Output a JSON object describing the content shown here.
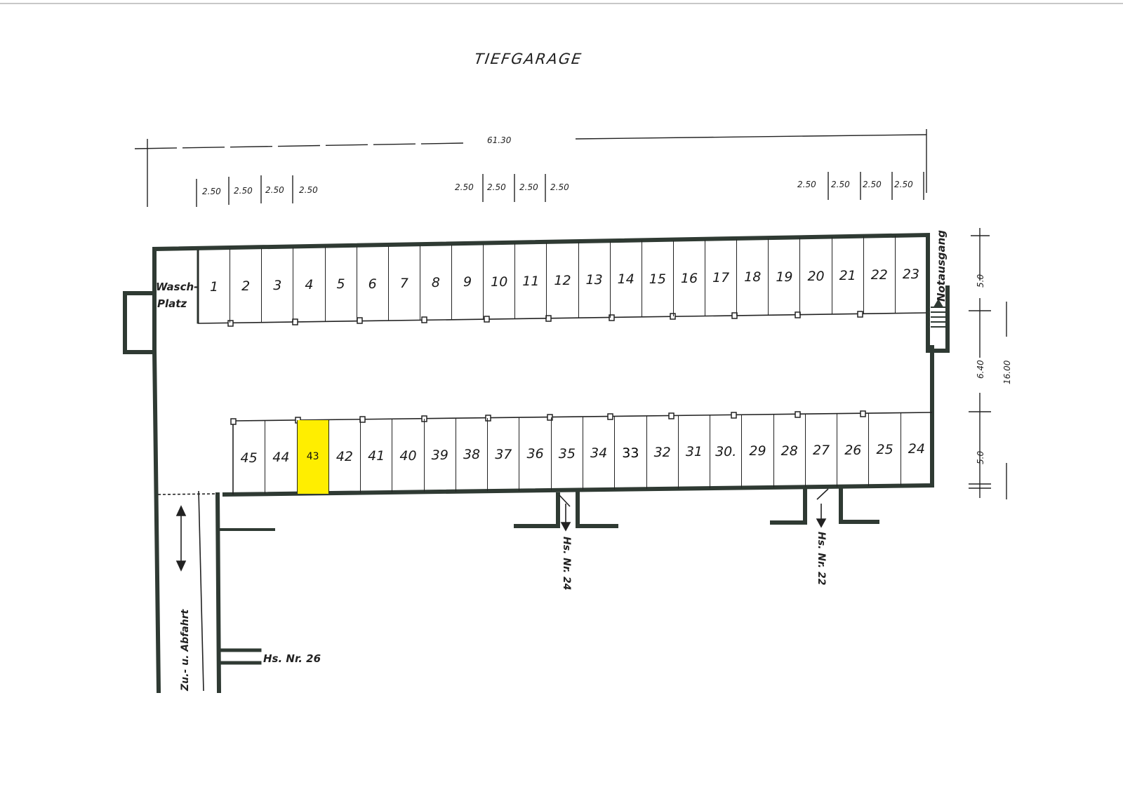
{
  "title": "TIEFGARAGE",
  "dimensions": {
    "total_length": "61.30",
    "total_depth": "16.00",
    "top_left_group": [
      "2.50",
      "2.50",
      "2.50",
      "2.50"
    ],
    "top_mid_group": [
      "2.50",
      "2.50",
      "2.50",
      "2.50"
    ],
    "top_right_group": [
      "2.50",
      "2.50",
      "2.50",
      "2.50"
    ],
    "right_side": {
      "upper_row": "5.0",
      "aisle": "6.40",
      "lower_row": "5.0"
    }
  },
  "labels": {
    "wash_area_line1": "Wasch-",
    "wash_area_line2": "Platz",
    "emergency_exit": "Notausgang",
    "ramp": "Zu.- u. Abfahrt",
    "house_26": "Hs. Nr. 26",
    "house_24": "Hs. Nr. 24",
    "house_22": "Hs. Nr. 22"
  },
  "top_row": [
    "1",
    "2",
    "3",
    "4",
    "5",
    "6",
    "7",
    "8",
    "9",
    "10",
    "11",
    "12",
    "13",
    "14",
    "15",
    "16",
    "17",
    "18",
    "19",
    "20",
    "21",
    "22",
    "23"
  ],
  "bottom_row": [
    "45",
    "44",
    "43",
    "42",
    "41",
    "40",
    "39",
    "38",
    "37",
    "36",
    "35",
    "34",
    "33",
    "32",
    "31",
    "30.",
    "29",
    "28",
    "27",
    "26",
    "25",
    "24"
  ],
  "highlighted_slot": "43",
  "colors": {
    "highlight": "#ffee00",
    "wall": "#2f3a33",
    "line": "#222222"
  }
}
